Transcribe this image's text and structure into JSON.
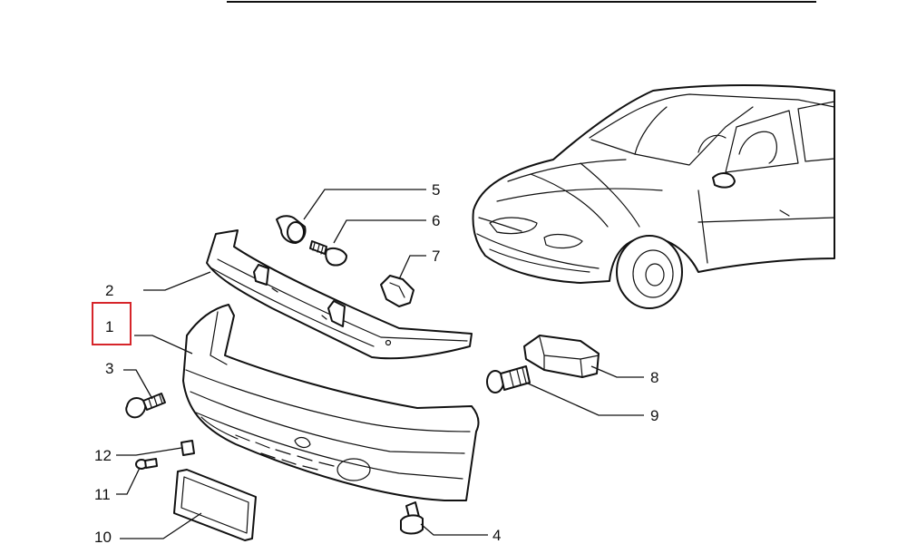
{
  "colors": {
    "line": "#111111",
    "highlight": "#d6252a",
    "background": "#ffffff"
  },
  "highlighted_callout": "1",
  "callouts": {
    "c1": "1",
    "c2": "2",
    "c3": "3",
    "c4": "4",
    "c5": "5",
    "c6": "6",
    "c7": "7",
    "c8": "8",
    "c9": "9",
    "c10": "10",
    "c11": "11",
    "c12": "12"
  }
}
